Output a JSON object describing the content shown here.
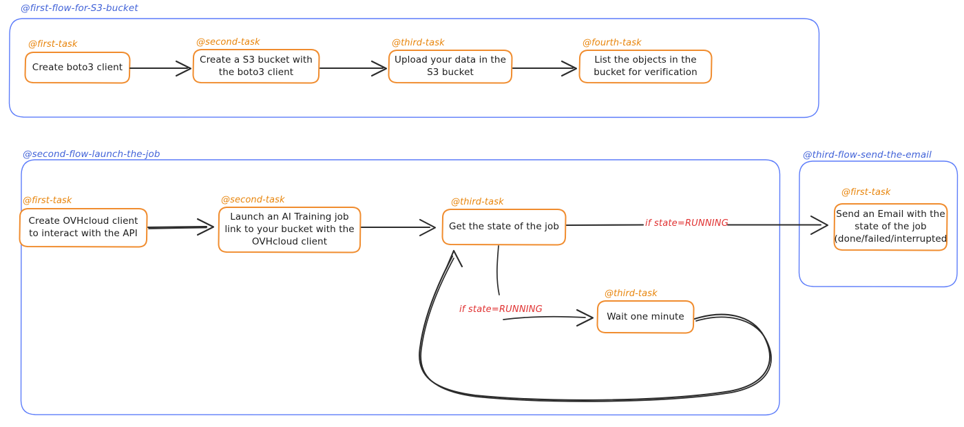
{
  "diagram": {
    "style": "hand-drawn-whiteboard",
    "background_color": "#ffffff",
    "colors": {
      "container_stroke": "#5c7cfa",
      "container_label": "#4263d8",
      "task_stroke": "#f08c2e",
      "task_label": "#e8850c",
      "task_text": "#1b1b1b",
      "edge": "#2b2b2b",
      "edge_label": "#e03131"
    }
  },
  "flows": [
    {
      "id": "first-flow",
      "label": "@first-flow-for-S3-bucket",
      "tasks": [
        {
          "id": "f1-t1",
          "label": "@first-task",
          "text": "Create boto3 client"
        },
        {
          "id": "f1-t2",
          "label": "@second-task",
          "text": "Create a S3 bucket with the boto3 client"
        },
        {
          "id": "f1-t3",
          "label": "@third-task",
          "text": "Upload your data in the S3 bucket"
        },
        {
          "id": "f1-t4",
          "label": "@fourth-task",
          "text": "List the objects in the bucket for verification"
        }
      ]
    },
    {
      "id": "second-flow",
      "label": "@second-flow-launch-the-job",
      "tasks": [
        {
          "id": "f2-t1",
          "label": "@first-task",
          "text": "Create OVHcloud client to interact with the API"
        },
        {
          "id": "f2-t2",
          "label": "@second-task",
          "text": "Launch an AI Training job link to your bucket with the OVHcloud client"
        },
        {
          "id": "f2-t3",
          "label": "@third-task",
          "text": "Get the state of the job"
        },
        {
          "id": "f2-t4",
          "label": "@third-task",
          "text": "Wait one minute"
        }
      ]
    },
    {
      "id": "third-flow",
      "label": "@third-flow-send-the-email",
      "tasks": [
        {
          "id": "f3-t1",
          "label": "@first-task",
          "text": "Send an Email with the state of the job (done/failed/interrupted"
        }
      ]
    }
  ],
  "edge_labels": {
    "to_email": "if state=RUNNING",
    "to_wait": "if state=RUNNING"
  }
}
